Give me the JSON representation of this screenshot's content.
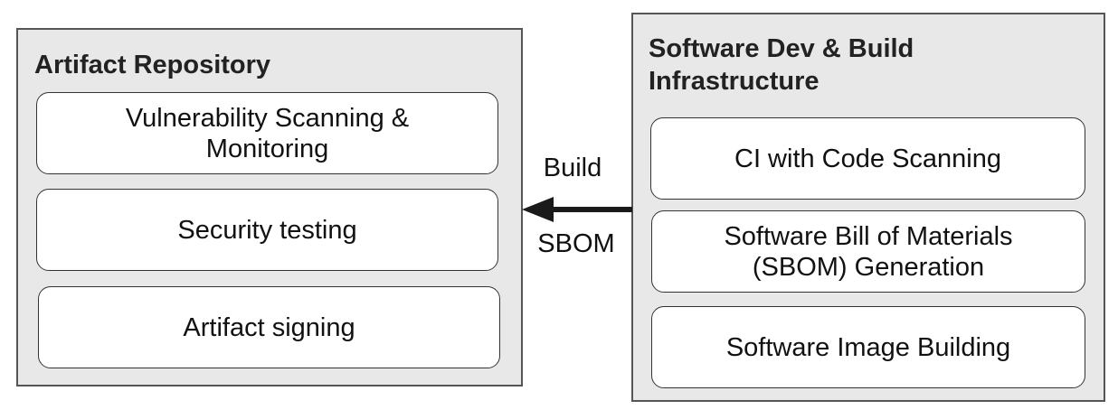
{
  "diagram": {
    "groups": [
      {
        "id": "artifact-repository",
        "title": "Artifact Repository",
        "items": [
          "Vulnerability Scanning &\nMonitoring",
          "Security testing",
          "Artifact signing"
        ]
      },
      {
        "id": "software-dev-build-infrastructure",
        "title": "Software Dev & Build\nInfrastructure",
        "items": [
          "CI with Code Scanning",
          "Software Bill of Materials\n(SBOM) Generation",
          "Software Image Building"
        ]
      }
    ],
    "edges": [
      {
        "from": "software-dev-build-infrastructure",
        "to": "artifact-repository",
        "label_top": "Build",
        "label_bottom": "SBOM",
        "direction": "right-to-left"
      }
    ],
    "colors": {
      "group_fill": "#e8e8e8",
      "group_border": "#555555",
      "card_fill": "#ffffff",
      "arrow": "#1a1a1a"
    }
  }
}
